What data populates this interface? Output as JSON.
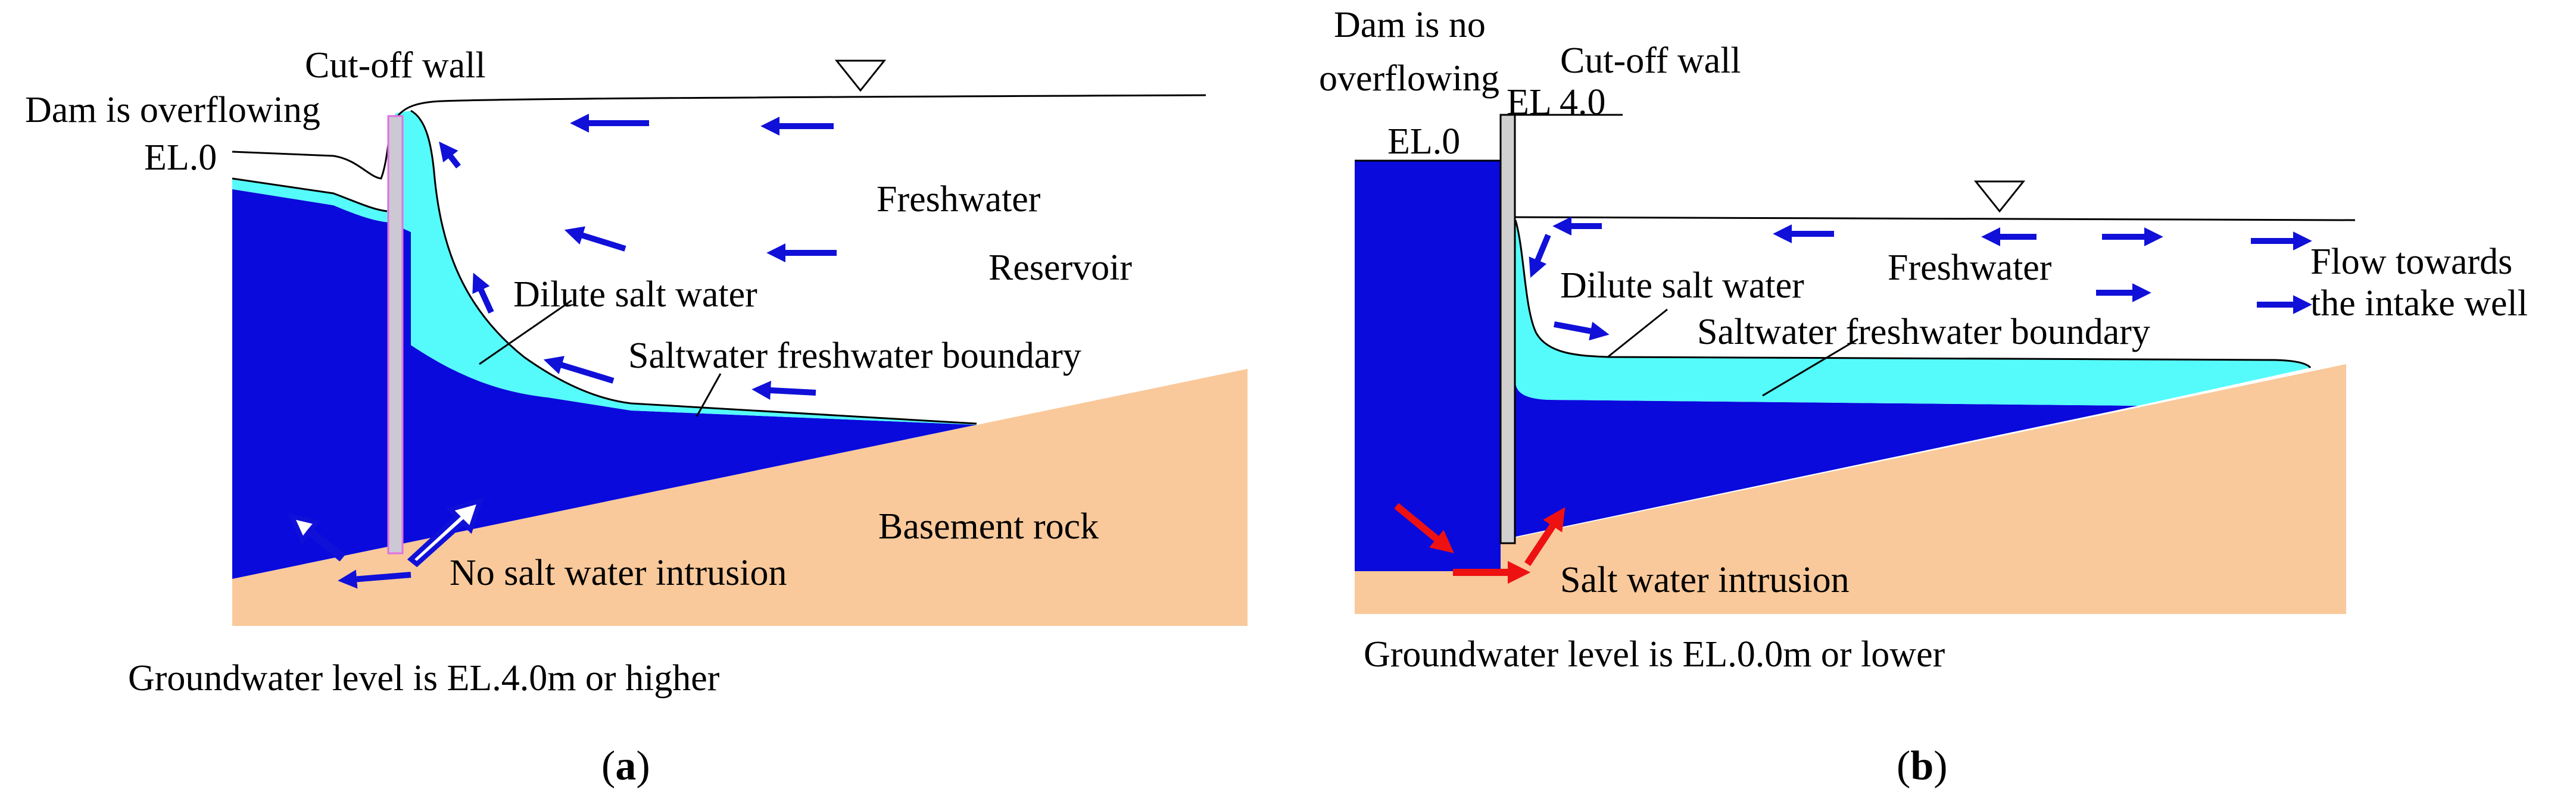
{
  "colors": {
    "saltwater": "#0a0adc",
    "dilute": "#55fbfb",
    "rock": "#f9c99b",
    "flow_arrow": "#1010d8",
    "intrusion_arrow": "#ee1111",
    "wall_a": "#ccc8d4",
    "wall_a_outline": "#e070e0",
    "wall_b": "#d0d0d0"
  },
  "panel_a": {
    "caption_open": "(",
    "caption_letter": "a",
    "caption_close": ")",
    "labels": {
      "cutoff_wall": "Cut-off wall",
      "dam_overflowing": "Dam is overflowing",
      "el0": "EL.0",
      "freshwater": "Freshwater",
      "reservoir": "Reservoir",
      "dilute_salt_water": "Dilute salt water",
      "boundary": "Saltwater freshwater boundary",
      "basement_rock": "Basement rock",
      "no_intrusion": "No salt water intrusion",
      "groundwater": "Groundwater level is EL.4.0m or higher"
    },
    "icons": [
      "water-level-icon",
      "flow-arrow-icon",
      "outflow-arrow-icon"
    ]
  },
  "panel_b": {
    "caption_open": "(",
    "caption_letter": "b",
    "caption_close": ")",
    "labels": {
      "dam_no_line1": "Dam is no",
      "dam_no_line2": "overflowing",
      "cutoff_wall": "Cut-off wall",
      "el40": "EL 4.0",
      "el0": "EL.0",
      "freshwater": "Freshwater",
      "flow_line1": "Flow towards",
      "flow_line2": "the intake well",
      "dilute_salt_water": "Dilute salt water",
      "boundary": "Saltwater freshwater boundary",
      "salt_intrusion": "Salt water intrusion",
      "groundwater": "Groundwater level is EL.0.0m or lower"
    },
    "icons": [
      "water-level-icon",
      "flow-arrow-icon",
      "intrusion-arrow-icon"
    ]
  }
}
